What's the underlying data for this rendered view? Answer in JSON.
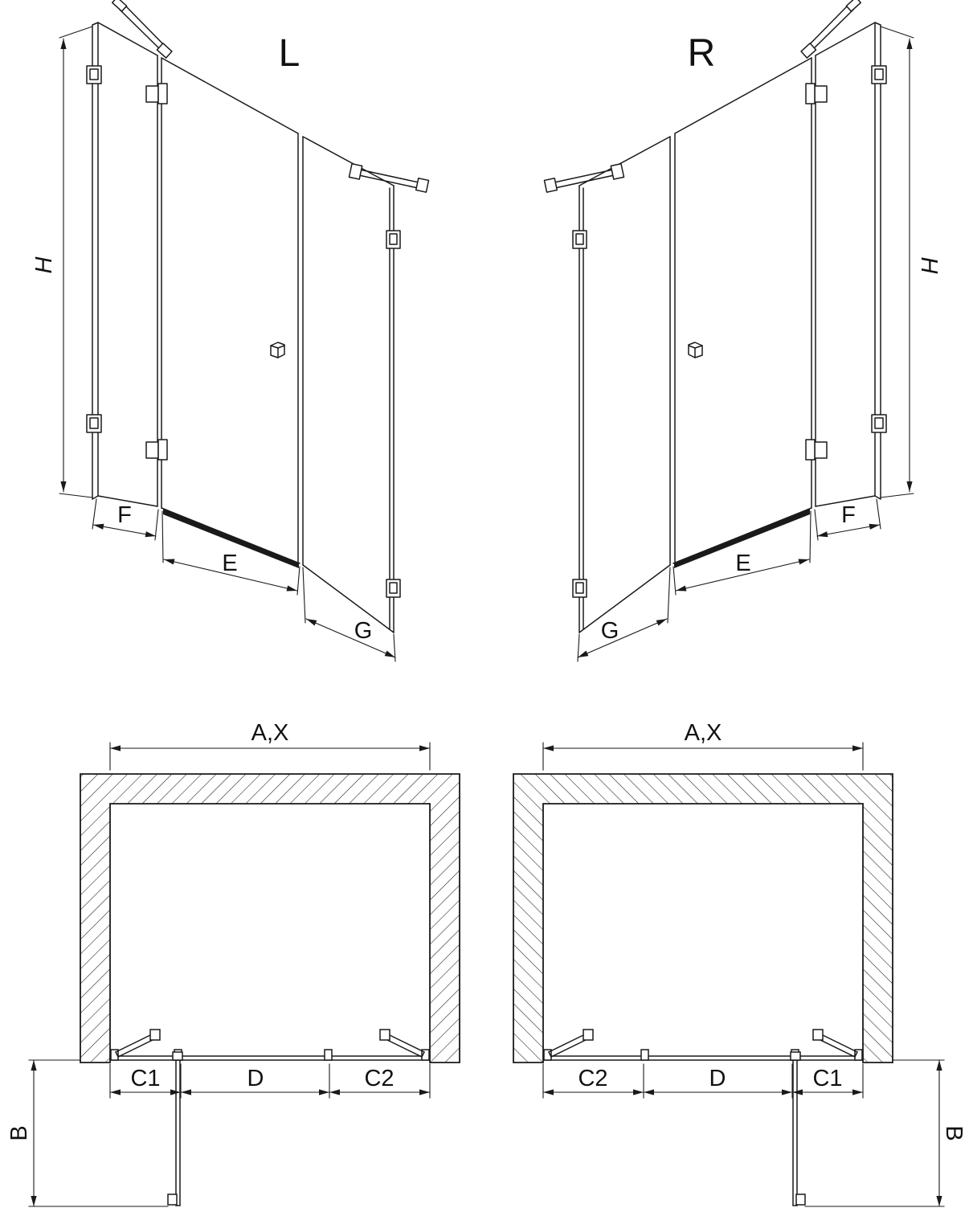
{
  "page": {
    "background": "#ffffff",
    "line_color": "#1a1a1a"
  },
  "views": {
    "perspective_left": {
      "label": "L",
      "dims": {
        "height": "H",
        "left_panel": "F",
        "door": "E",
        "side_panel": "G"
      }
    },
    "perspective_right": {
      "label": "R",
      "dims": {
        "height": "H",
        "left_panel": "F",
        "door": "E",
        "side_panel": "G"
      }
    },
    "plan_left": {
      "dims": {
        "width": "A,X",
        "seg1": "C1",
        "seg2": "D",
        "seg3": "C2",
        "depth": "B"
      }
    },
    "plan_right": {
      "dims": {
        "width": "A,X",
        "seg1": "C2",
        "seg2": "D",
        "seg3": "C1",
        "depth": "B"
      }
    }
  }
}
